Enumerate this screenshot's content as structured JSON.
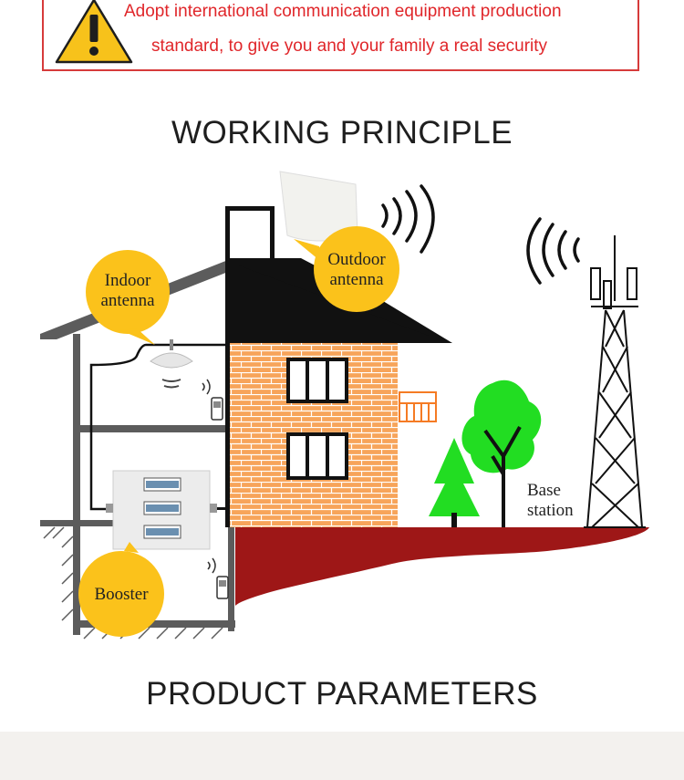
{
  "notice": {
    "line1": "Adopt international communication equipment production",
    "line2": "standard, to give you and your family a real security",
    "border_color": "#d63b3b",
    "text_color": "#e0262a",
    "icon": "warning-triangle-icon"
  },
  "headings": {
    "working_principle": "WORKING PRINCIPLE",
    "product_parameters": "PRODUCT PARAMETERS"
  },
  "diagram": {
    "labels": {
      "indoor_line1": "Indoor",
      "indoor_line2": "antenna",
      "outdoor_line1": "Outdoor",
      "outdoor_line2": "antenna",
      "booster": "Booster",
      "base_line1": "Base",
      "base_line2": "station"
    },
    "colors": {
      "bubble": "#fbc21b",
      "brick": "#f7a45a",
      "ground": "#9e1717",
      "tree": "#22dd22",
      "house_gray": "#5c5c5c"
    }
  }
}
